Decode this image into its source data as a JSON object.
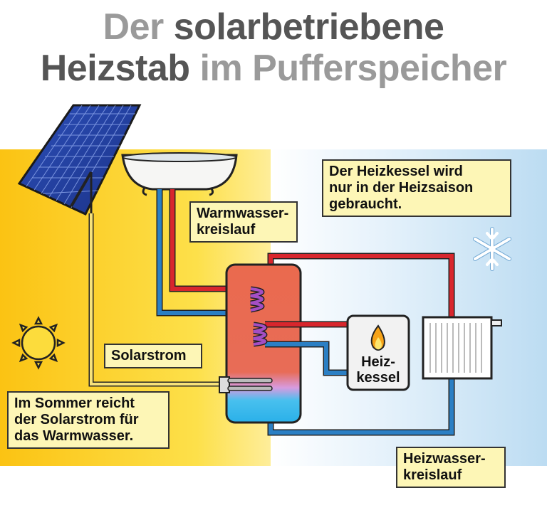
{
  "title": {
    "line1_a": "Der ",
    "line1_b": "solarbetriebene",
    "line2_a": "Heizstab",
    "line2_b": " im Pufferspeicher"
  },
  "labels": {
    "warmwasserkreislauf": "Warmwasser-\nkreislauf",
    "heizkessel_saison": "Der Heizkessel wird\nnur in der Heizsaison\ngebraucht.",
    "solarstrom": "Solarstrom",
    "sommer": "Im Sommer reicht\nder Solarstrom für\ndas Warmwasser.",
    "heizkessel": "Heiz-\nkessel",
    "heizwasserkreislauf": "Heizwasser-\nkreislauf"
  },
  "colors": {
    "summer_bg": "#fdd11e",
    "winter_bg": "#cfe6f6",
    "hot_pipe": "#d8262d",
    "cold_pipe": "#2b7fc4",
    "tank": "#ea6a4e",
    "label_bg": "#fdf6b6"
  },
  "icons": [
    "solar-panel-icon",
    "bathtub-icon",
    "sun-icon",
    "snowflake-icon",
    "flame-icon",
    "radiator-icon",
    "heating-rod-icon"
  ]
}
